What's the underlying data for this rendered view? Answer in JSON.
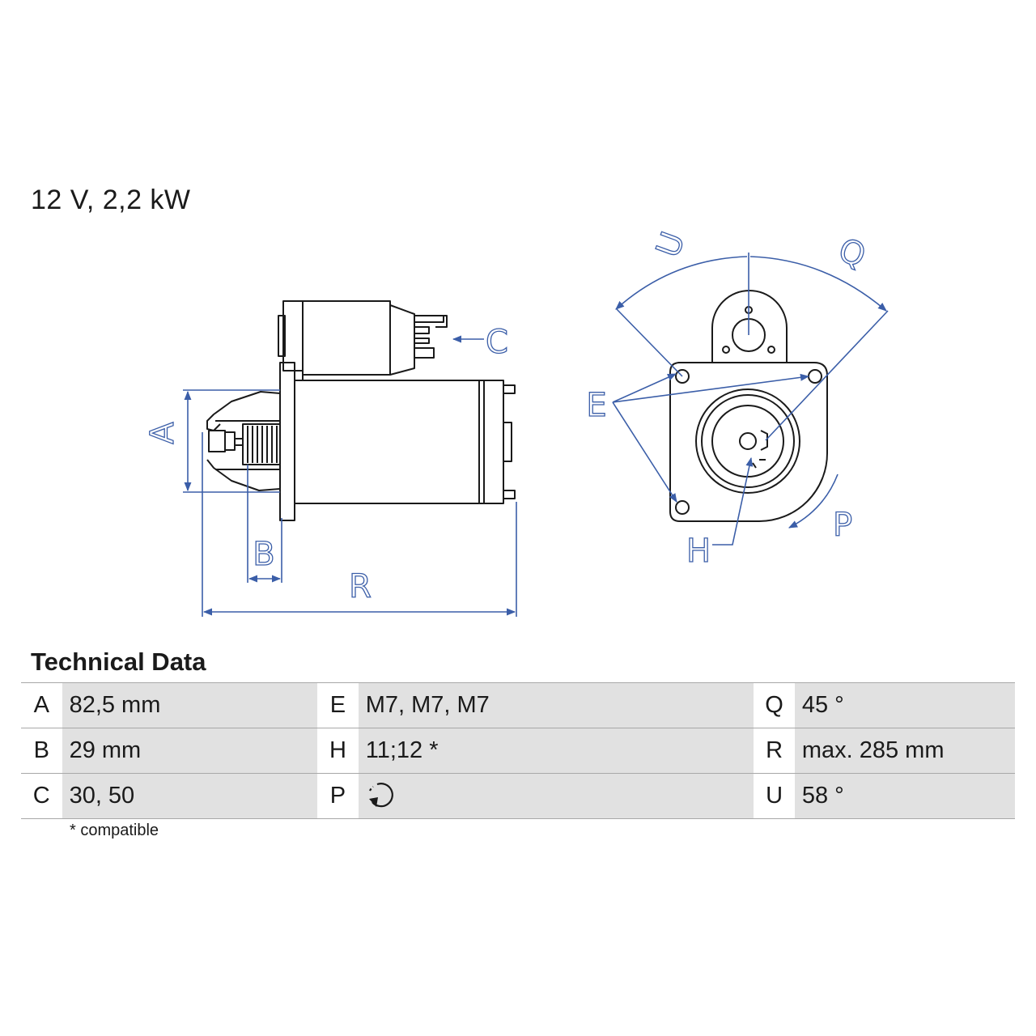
{
  "header": {
    "title": "12 V, 2,2 kW"
  },
  "diagram": {
    "labels": {
      "A": "A",
      "B": "B",
      "C": "C",
      "E": "E",
      "H": "H",
      "P": "P",
      "Q": "Q",
      "R": "R",
      "U": "U"
    },
    "colors": {
      "outline": "#1a1a1a",
      "dimension": "#3b5ea8"
    }
  },
  "technical_data": {
    "title": "Technical Data",
    "rows": [
      [
        {
          "key": "A",
          "value": "82,5 mm"
        },
        {
          "key": "E",
          "value": "M7, M7, M7"
        },
        {
          "key": "Q",
          "value": "45 °"
        }
      ],
      [
        {
          "key": "B",
          "value": "29 mm"
        },
        {
          "key": "H",
          "value": "11;12 *"
        },
        {
          "key": "R",
          "value": "max. 285 mm"
        }
      ],
      [
        {
          "key": "C",
          "value": "30, 50"
        },
        {
          "key": "P",
          "value": "",
          "icon": "rotation-direction-icon"
        },
        {
          "key": "U",
          "value": "58 °"
        }
      ]
    ],
    "footnote": "* compatible"
  }
}
